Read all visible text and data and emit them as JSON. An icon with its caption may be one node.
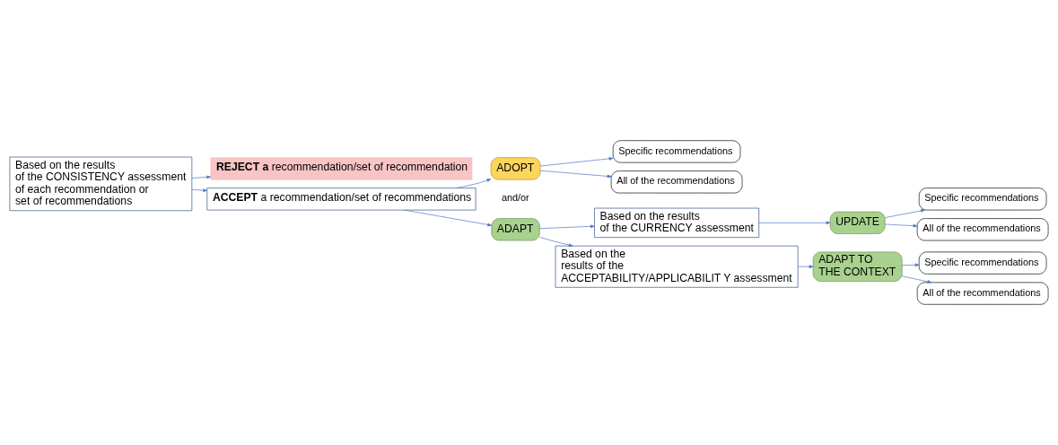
{
  "diagram": {
    "nodes": [
      {
        "text": [
          "Based on the results of the CONSISTENCY assessment of each recommendation or set of recommendations"
        ]
      },
      {
        "text": [
          "**REJECT a** recommendation/set of recommendation"
        ]
      },
      {
        "text": [
          "**ACCEPT** a recommendation/set of recommendations"
        ]
      },
      {
        "text": [
          "ADOPT"
        ]
      },
      {
        "text": [
          "Specific recommendations"
        ]
      },
      {
        "text": [
          "All of the recommendations"
        ]
      },
      {
        "text": [
          "ADAPT"
        ]
      },
      {
        "text": [
          "Based on the results of the CURRENCY assessment"
        ]
      },
      {
        "text": [
          "UPDATE"
        ]
      },
      {
        "text": [
          "Specific recommendations"
        ]
      },
      {
        "text": [
          "All of the recommendations"
        ]
      },
      {
        "text": [
          "Based on the results of the ACCEPTABILITY/APPLICABILIT Y assessment"
        ]
      },
      {
        "text": [
          "ADAPT TO THE CONTEXT"
        ]
      },
      {
        "text": [
          "Specific recommendations"
        ]
      },
      {
        "text": [
          "All of the recommendations"
        ]
      }
    ],
    "edges": [
      {
        "from": 0,
        "to": 1,
        "arrow": "to"
      },
      {
        "from": 0,
        "to": 2,
        "arrow": "to"
      },
      {
        "from": 2,
        "to": 3,
        "arrow": "to"
      },
      {
        "from": 2,
        "to": 6,
        "arrow": "to"
      },
      {
        "from": 3,
        "to": 4,
        "arrow": "to"
      },
      {
        "from": 3,
        "to": 5,
        "arrow": "to"
      },
      {
        "from": 6,
        "to": 7,
        "arrow": "to"
      },
      {
        "from": 6,
        "to": 11,
        "arrow": "to"
      },
      {
        "from": 7,
        "to": 8,
        "arrow": "to"
      },
      {
        "from": 8,
        "to": 9,
        "arrow": "to"
      },
      {
        "from": 8,
        "to": 10,
        "arrow": "to"
      },
      {
        "from": 11,
        "to": 12,
        "arrow": "to"
      },
      {
        "from": 12,
        "to": 13,
        "arrow": "to"
      },
      {
        "from": 12,
        "to": 14,
        "arrow": "to"
      }
    ],
    "labels": [
      "and/or"
    ]
  }
}
